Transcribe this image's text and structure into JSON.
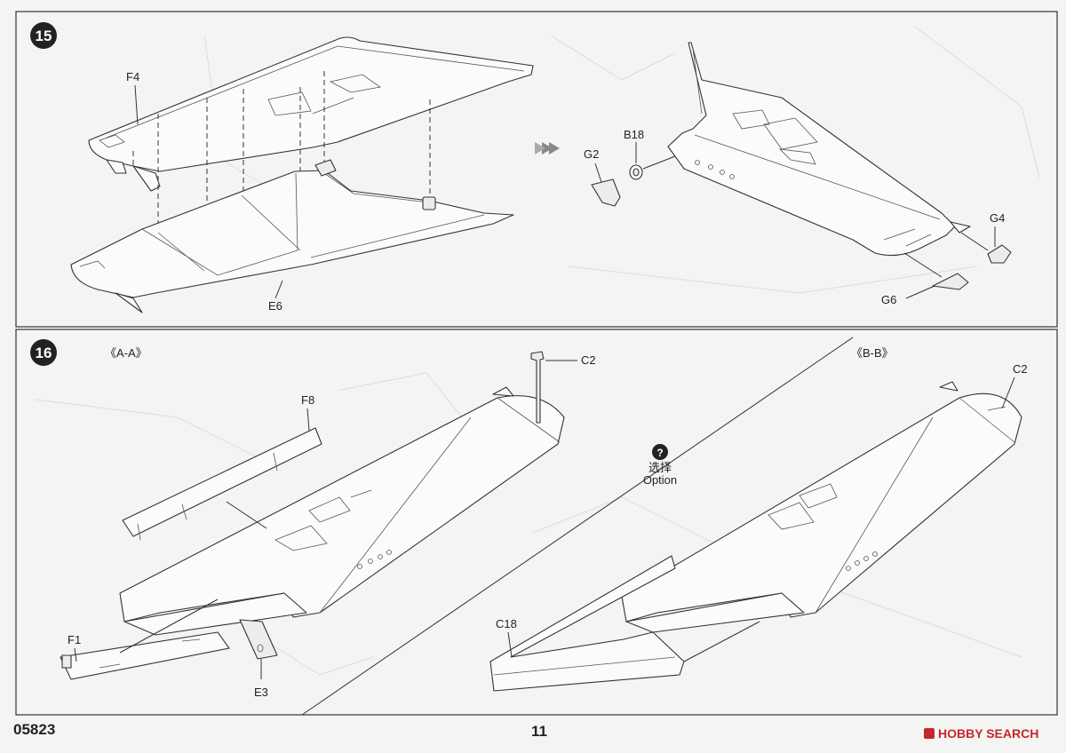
{
  "steps": [
    {
      "number": "15",
      "labels": {
        "f4": "F4",
        "e6": "E6",
        "b18": "B18",
        "g2": "G2",
        "g4": "G4",
        "g6": "G6"
      }
    },
    {
      "number": "16",
      "view_a": "《A-A》",
      "view_b": "《B-B》",
      "labels": {
        "c2_a": "C2",
        "f8": "F8",
        "f1": "F1",
        "e3": "E3",
        "c2_b": "C2",
        "c18": "C18"
      },
      "option": {
        "icon_text": "?",
        "cn": "选择",
        "en": "Option"
      }
    }
  ],
  "footer": {
    "code": "05823",
    "page": "11",
    "watermark": "HOBBY SEARCH"
  },
  "colors": {
    "ink": "#222222",
    "paper": "#f4f4f2",
    "watermark": "#c5272d"
  },
  "icons": [
    "arrow-right-icon",
    "question-icon",
    "hobby-search-logo"
  ]
}
